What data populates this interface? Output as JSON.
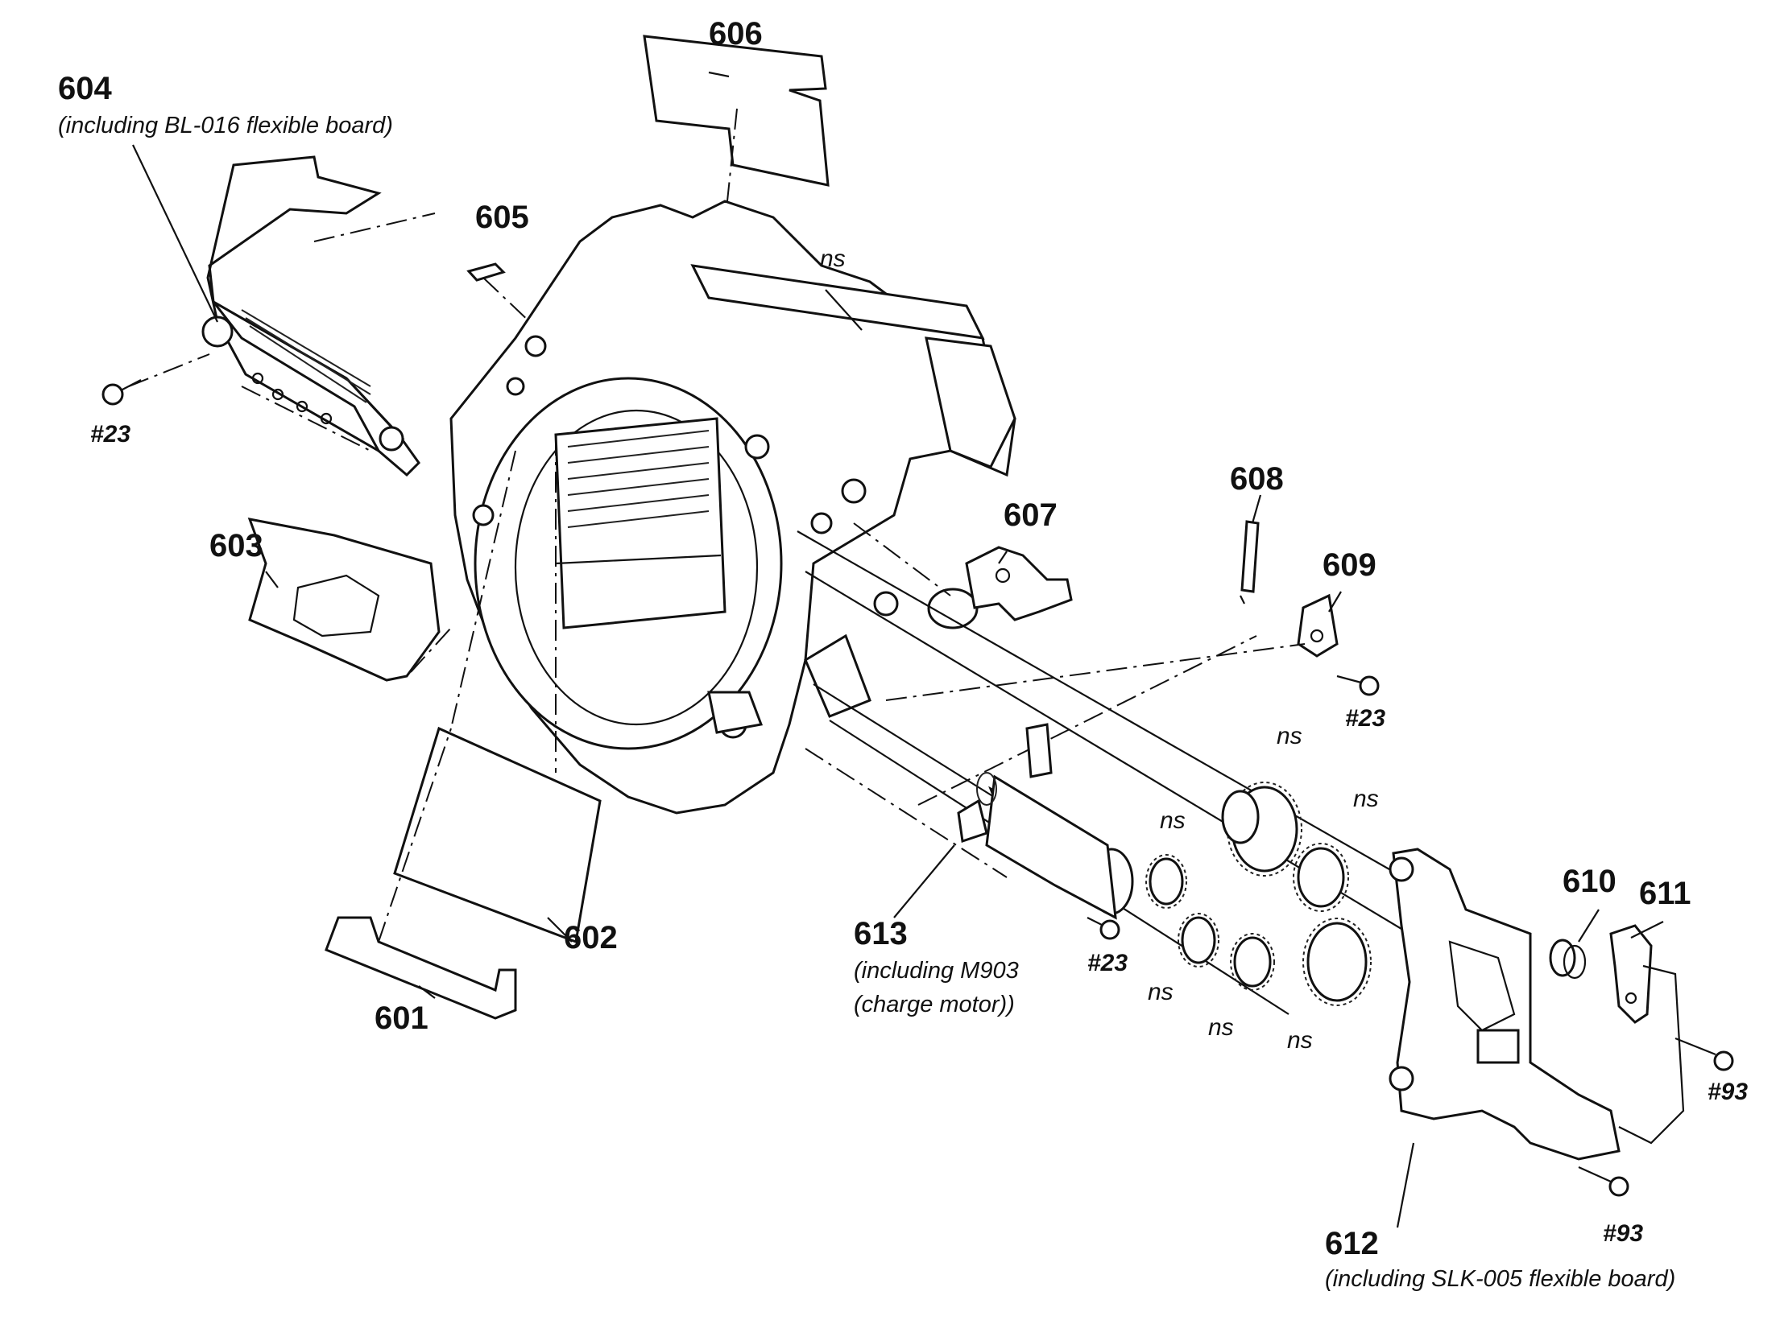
{
  "callouts": [
    {
      "id": "604",
      "sub": "(including BL-016 flexible board)"
    },
    {
      "id": "606"
    },
    {
      "id": "605"
    },
    {
      "id": "603"
    },
    {
      "id": "607"
    },
    {
      "id": "608"
    },
    {
      "id": "609"
    },
    {
      "id": "610"
    },
    {
      "id": "611"
    },
    {
      "id": "602"
    },
    {
      "id": "601"
    },
    {
      "id": "613",
      "sub1": "(including M903",
      "sub2": "(charge motor))"
    },
    {
      "id": "612",
      "sub": "(including SLK-005 flexible board)"
    }
  ],
  "screws": [
    "#23",
    "#23",
    "#23",
    "#93",
    "#93"
  ],
  "ns_labels": [
    "ns",
    "ns",
    "ns",
    "ns",
    "ns",
    "ns",
    "ns"
  ]
}
